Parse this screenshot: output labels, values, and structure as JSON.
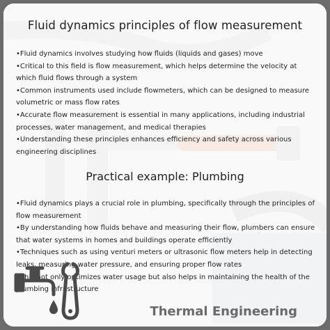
{
  "title": "Fluid dynamics principles of flow measurement",
  "section1": [
    "Fluid dynamics involves studying how fluids (liquids and gases) move",
    "Critical to this field is flow measurement, which helps determine the velocity at which fluid flows through a system",
    "Common instruments used include flowmeters, which can be designed to measure volumetric or mass flow rates",
    "Accurate flow measurement is essential in many applications, including industrial processes, water management, and medical therapies",
    "Understanding these principles enhances efficiency and safety across various engineering disciplines"
  ],
  "subtitle": "Practical example: Plumbing",
  "section2": [
    "Fluid dynamics plays a crucial role in plumbing, specifically through the principles of flow measurement",
    "By understanding how fluids behave and measuring their flow, plumbers can ensure that water systems in homes and buildings operate efficiently",
    "Techniques such as using venturi meters or ultrasonic flow meters help in detecting leaks, measuring water pressure, and ensuring proper flow rates",
    "This not only optimizes water usage but also helps in maintaining the health of the plumbing infrastructure"
  ],
  "brand": "Thermal Engineering",
  "icons": [
    "faucet-icon",
    "water-drop-icon",
    "wrench-icon"
  ]
}
